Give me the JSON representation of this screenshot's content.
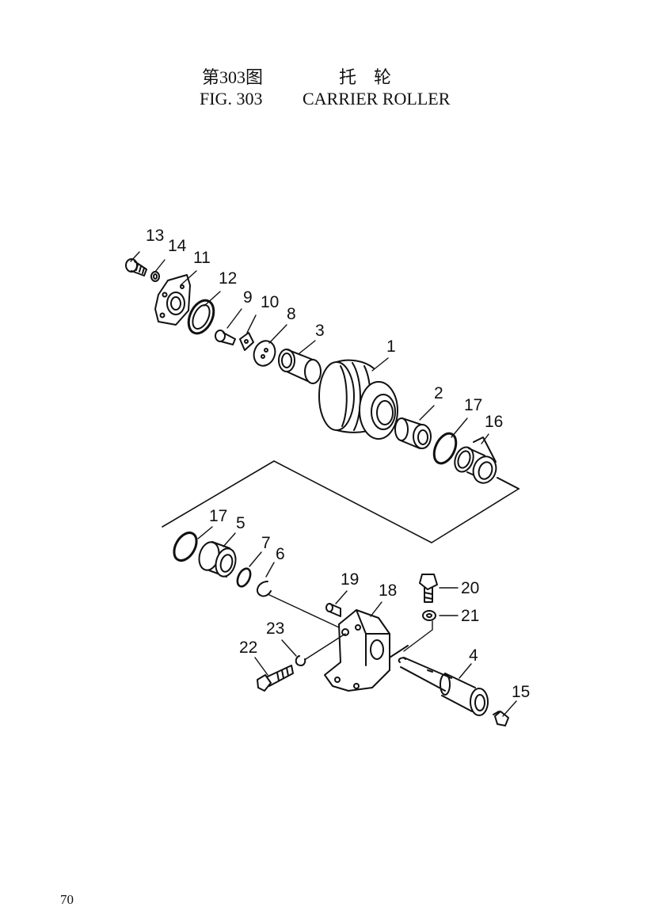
{
  "header": {
    "figure_cn": "第303图",
    "title_cn": "托　轮",
    "figure_en": "FIG. 303",
    "title_en": "CARRIER ROLLER"
  },
  "callouts": {
    "c1": "1",
    "c2": "2",
    "c3": "3",
    "c4": "4",
    "c5": "5",
    "c6": "6",
    "c7": "7",
    "c8": "8",
    "c9": "9",
    "c10": "10",
    "c11": "11",
    "c12": "12",
    "c13": "13",
    "c14": "14",
    "c15": "15",
    "c16": "16",
    "c17a": "17",
    "c17b": "17",
    "c18": "18",
    "c19": "19",
    "c20": "20",
    "c21": "21",
    "c22": "22",
    "c23": "23"
  },
  "footer": {
    "page_number": "70"
  },
  "colors": {
    "ink": "#111111",
    "paper": "#ffffff"
  }
}
